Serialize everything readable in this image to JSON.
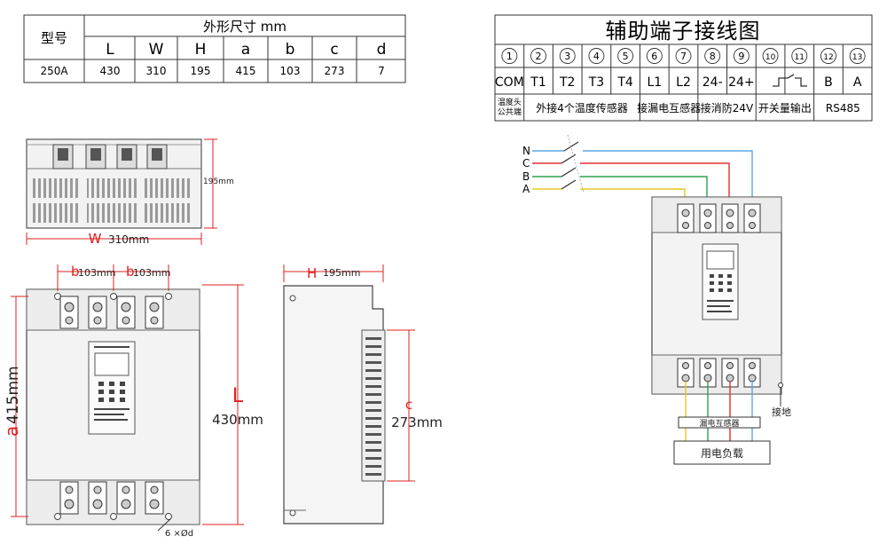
{
  "dim_table": {
    "model_header": "型号",
    "size_header": "外形尺寸 mm",
    "columns": [
      "L",
      "W",
      "H",
      "a",
      "b",
      "c",
      "d"
    ],
    "row": {
      "model": "250A",
      "values": [
        "430",
        "310",
        "195",
        "415",
        "103",
        "273",
        "7"
      ]
    }
  },
  "terminal_table": {
    "title": "辅助端子接线图",
    "numbers": [
      "1",
      "2",
      "3",
      "4",
      "5",
      "6",
      "7",
      "8",
      "9",
      "10",
      "11",
      "12",
      "13"
    ],
    "labels": [
      "COM",
      "T1",
      "T2",
      "T3",
      "T4",
      "L1",
      "L2",
      "24-",
      "24+",
      "",
      "B",
      "A"
    ],
    "groups": [
      "温度头\n公共端",
      "外接4个温度传感器",
      "接漏电互感器",
      "接消防24V",
      "开关量输出",
      "RS485"
    ]
  },
  "drawings": {
    "top_view": {
      "width_letter": "W",
      "width_value": "310mm",
      "height_value": "195mm"
    },
    "front_view": {
      "b_letter": "b",
      "b_value": "103mm",
      "a_letter": "a",
      "a_value": "415mm",
      "L_letter": "L",
      "L_value": "430mm",
      "hole_note": "6 ×Ød"
    },
    "side_view": {
      "H_letter": "H",
      "H_value": "195mm",
      "c_letter": "c",
      "c_value": "273mm"
    }
  },
  "wiring": {
    "phases": [
      "N",
      "C",
      "B",
      "A"
    ],
    "leakage_transformer": "漏电互感器",
    "load": "用电负载",
    "ground": "接地"
  },
  "colors": {
    "line": "#333333",
    "dim_red": "#e02020",
    "phase_N": "#5aa7e0",
    "phase_C": "#e03030",
    "phase_B": "#30a050",
    "phase_A": "#e8c820"
  }
}
